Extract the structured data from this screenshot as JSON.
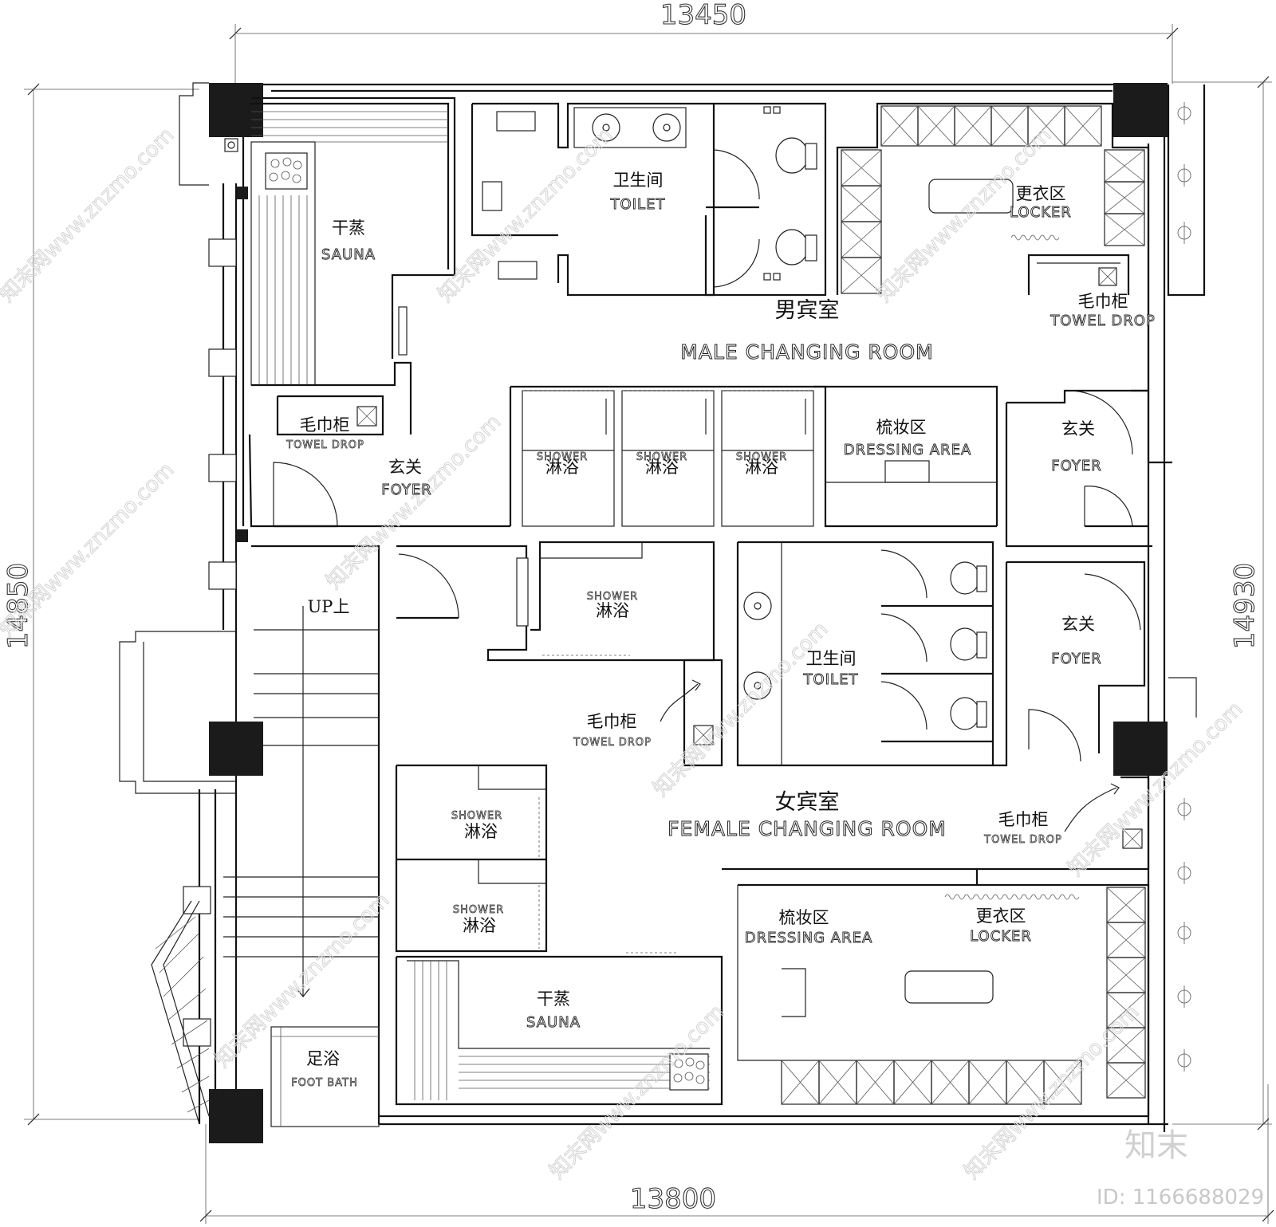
{
  "dimensions": {
    "top": "13450",
    "bottom": "13800",
    "left": "14850",
    "right": "14930"
  },
  "male": {
    "title_cn": "男宾室",
    "title_en": "MALE CHANGING ROOM",
    "sauna": {
      "cn": "干蒸",
      "en": "SAUNA"
    },
    "toilet": {
      "cn": "卫生间",
      "en": "TOILET"
    },
    "locker": {
      "cn": "更衣区",
      "en": "LOCKER"
    },
    "towel_left": {
      "cn": "毛巾柜",
      "en": "TOWEL DROP"
    },
    "towel_right": {
      "cn": "毛巾柜",
      "en": "TOWEL DROP"
    },
    "foyer_left": {
      "cn": "玄关",
      "en": "FOYER"
    },
    "foyer_right": {
      "cn": "玄关",
      "en": "FOYER"
    },
    "dressing": {
      "cn": "梳妆区",
      "en": "DRESSING AREA"
    },
    "showers": [
      {
        "en": "SHOWER",
        "cn": "淋浴"
      },
      {
        "en": "SHOWER",
        "cn": "淋浴"
      },
      {
        "en": "SHOWER",
        "cn": "淋浴"
      }
    ]
  },
  "female": {
    "title_cn": "女宾室",
    "title_en": "FEMALE CHANGING ROOM",
    "sauna": {
      "cn": "干蒸",
      "en": "SAUNA"
    },
    "toilet": {
      "cn": "卫生间",
      "en": "TOILET"
    },
    "locker": {
      "cn": "更衣区",
      "en": "LOCKER"
    },
    "towel_mid": {
      "cn": "毛巾柜",
      "en": "TOWEL DROP"
    },
    "towel_right": {
      "cn": "毛巾柜",
      "en": "TOWEL DROP"
    },
    "foyer": {
      "cn": "玄关",
      "en": "FOYER"
    },
    "dressing": {
      "cn": "梳妆区",
      "en": "DRESSING AREA"
    },
    "showers": [
      {
        "en": "SHOWER",
        "cn": "淋浴"
      },
      {
        "en": "SHOWER",
        "cn": "淋浴"
      },
      {
        "en": "SHOWER",
        "cn": "淋浴"
      }
    ]
  },
  "stair": {
    "label": "UP上"
  },
  "footbath": {
    "cn": "足浴",
    "en": "FOOT BATH"
  },
  "watermark": {
    "text": "知末网www.znzmo.com",
    "logo": "知末",
    "id": "ID: 1166688029"
  }
}
